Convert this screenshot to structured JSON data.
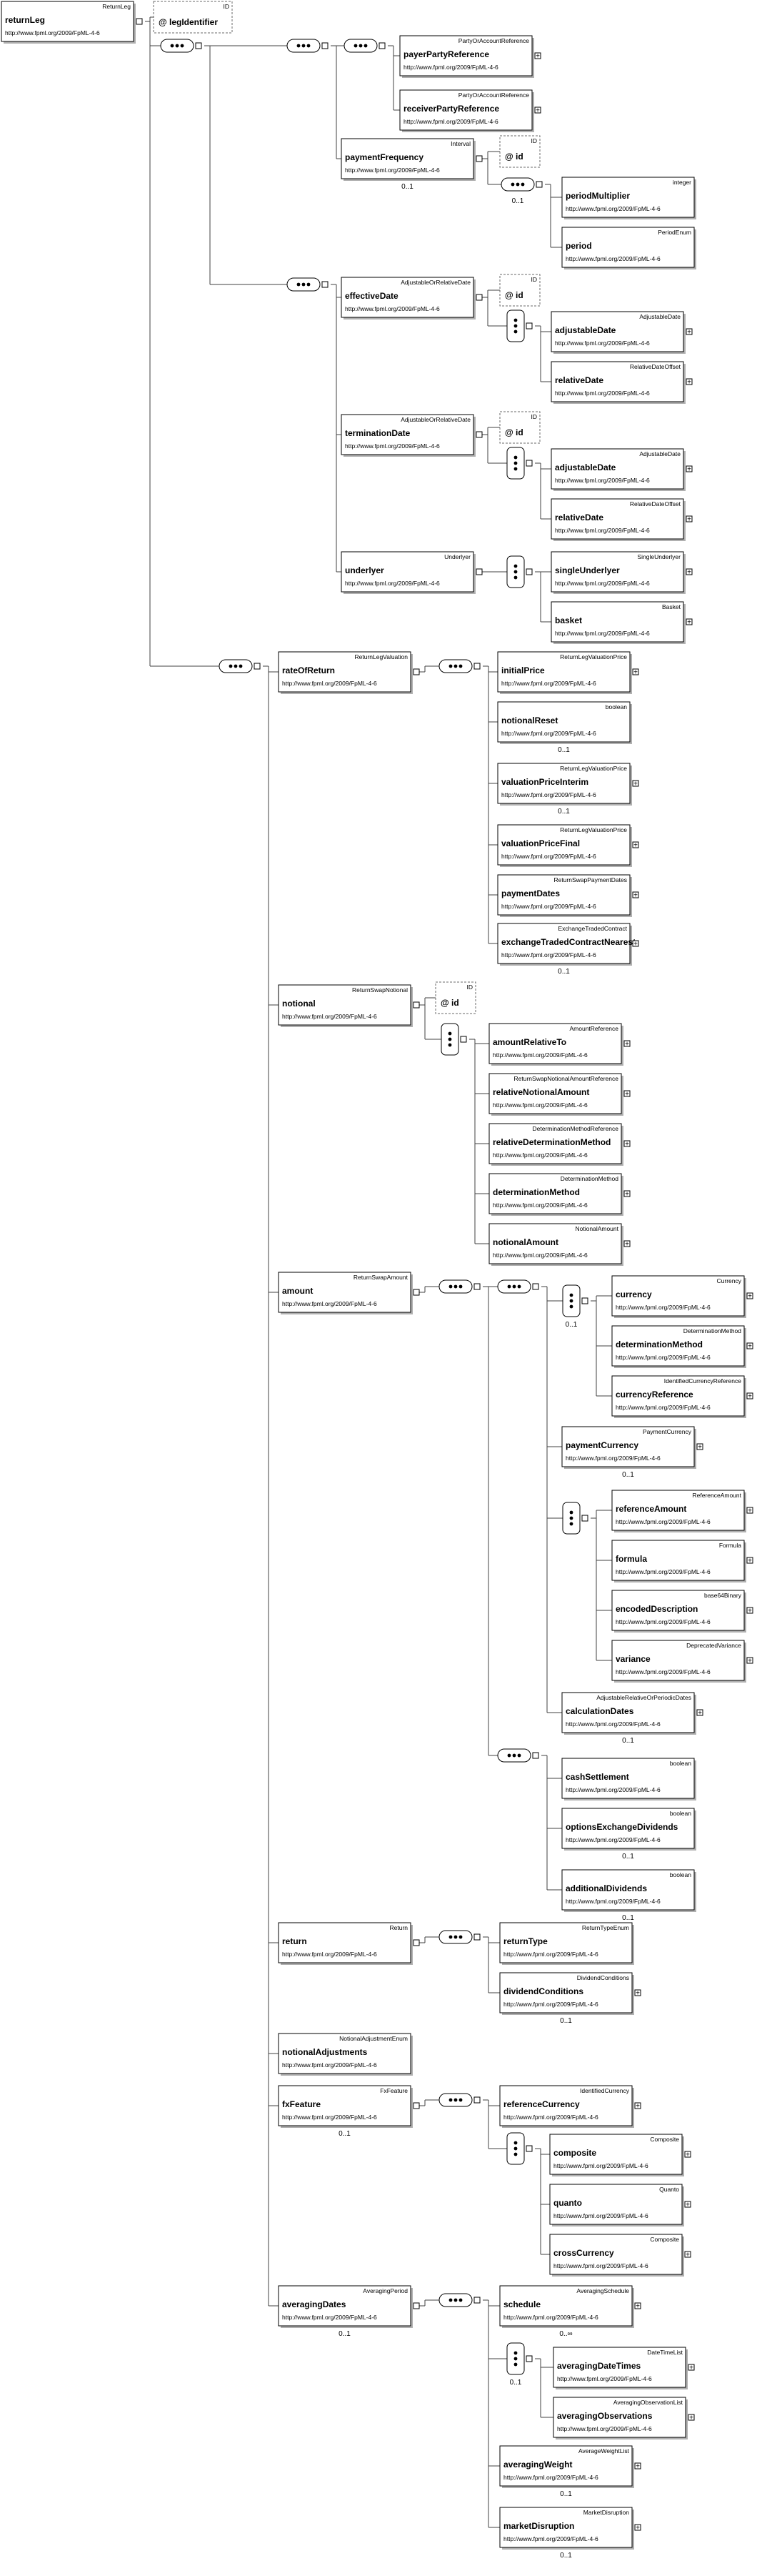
{
  "ns": "http://www.fpml.org/2009/FpML-4-6",
  "symbols": {
    "attribute": "@",
    "plus": "+",
    "minus": "−"
  },
  "root": {
    "title": "ReturnLeg",
    "name": "returnLeg"
  },
  "legIdentifier": {
    "title": "ID",
    "name": "legIdentifier"
  },
  "elements": [
    {
      "key": "payerPartyReference",
      "title": "PartyOrAccountReference",
      "name": "payerPartyReference"
    },
    {
      "key": "receiverPartyReference",
      "title": "PartyOrAccountReference",
      "name": "receiverPartyReference"
    },
    {
      "key": "paymentFrequency",
      "title": "Interval",
      "name": "paymentFrequency",
      "card": "0..1"
    },
    {
      "key": "periodMultiplier",
      "title": "integer",
      "name": "periodMultiplier"
    },
    {
      "key": "period",
      "title": "PeriodEnum",
      "name": "period"
    },
    {
      "key": "effectiveDate",
      "title": "AdjustableOrRelativeDate",
      "name": "effectiveDate"
    },
    {
      "key": "adjustableDate1",
      "title": "AdjustableDate",
      "name": "adjustableDate"
    },
    {
      "key": "relativeDate1",
      "title": "RelativeDateOffset",
      "name": "relativeDate"
    },
    {
      "key": "terminationDate",
      "title": "AdjustableOrRelativeDate",
      "name": "terminationDate"
    },
    {
      "key": "adjustableDate2",
      "title": "AdjustableDate",
      "name": "adjustableDate"
    },
    {
      "key": "relativeDate2",
      "title": "RelativeDateOffset",
      "name": "relativeDate"
    },
    {
      "key": "underlyer",
      "title": "Underlyer",
      "name": "underlyer"
    },
    {
      "key": "singleUnderlyer",
      "title": "SingleUnderlyer",
      "name": "singleUnderlyer"
    },
    {
      "key": "basket",
      "title": "Basket",
      "name": "basket"
    },
    {
      "key": "rateOfReturn",
      "title": "ReturnLegValuation",
      "name": "rateOfReturn"
    },
    {
      "key": "initialPrice",
      "title": "ReturnLegValuationPrice",
      "name": "initialPrice"
    },
    {
      "key": "notionalReset",
      "title": "boolean",
      "name": "notionalReset",
      "card": "0..1"
    },
    {
      "key": "valuationPriceInterim",
      "title": "ReturnLegValuationPrice",
      "name": "valuationPriceInterim",
      "card": "0..1"
    },
    {
      "key": "valuationPriceFinal",
      "title": "ReturnLegValuationPrice",
      "name": "valuationPriceFinal"
    },
    {
      "key": "paymentDates",
      "title": "ReturnSwapPaymentDates",
      "name": "paymentDates"
    },
    {
      "key": "exchangeTradedContractNearest",
      "title": "ExchangeTradedContract",
      "name": "exchangeTradedContractNearest",
      "card": "0..1"
    },
    {
      "key": "notional",
      "title": "ReturnSwapNotional",
      "name": "notional"
    },
    {
      "key": "amountRelativeTo",
      "title": "AmountReference",
      "name": "amountRelativeTo"
    },
    {
      "key": "relativeNotionalAmount",
      "title": "ReturnSwapNotionalAmountReference",
      "name": "relativeNotionalAmount"
    },
    {
      "key": "relativeDeterminationMethod",
      "title": "DeterminationMethodReference",
      "name": "relativeDeterminationMethod"
    },
    {
      "key": "determinationMethod",
      "title": "DeterminationMethod",
      "name": "determinationMethod"
    },
    {
      "key": "notionalAmount",
      "title": "NotionalAmount",
      "name": "notionalAmount"
    },
    {
      "key": "amount",
      "title": "ReturnSwapAmount",
      "name": "amount"
    },
    {
      "key": "currency",
      "title": "Currency",
      "name": "currency"
    },
    {
      "key": "determinationMethod2",
      "title": "DeterminationMethod",
      "name": "determinationMethod"
    },
    {
      "key": "currencyReference",
      "title": "IdentifiedCurrencyReference",
      "name": "currencyReference"
    },
    {
      "key": "paymentCurrency",
      "title": "PaymentCurrency",
      "name": "paymentCurrency",
      "card": "0..1"
    },
    {
      "key": "referenceAmount",
      "title": "ReferenceAmount",
      "name": "referenceAmount"
    },
    {
      "key": "formula",
      "title": "Formula",
      "name": "formula"
    },
    {
      "key": "encodedDescription",
      "title": "base64Binary",
      "name": "encodedDescription"
    },
    {
      "key": "variance",
      "title": "DeprecatedVariance",
      "name": "variance"
    },
    {
      "key": "calculationDates",
      "title": "AdjustableRelativeOrPeriodicDates",
      "name": "calculationDates",
      "card": "0..1"
    },
    {
      "key": "cashSettlement",
      "title": "boolean",
      "name": "cashSettlement"
    },
    {
      "key": "optionsExchangeDividends",
      "title": "boolean",
      "name": "optionsExchangeDividends",
      "card": "0..1"
    },
    {
      "key": "additionalDividends",
      "title": "boolean",
      "name": "additionalDividends",
      "card": "0..1"
    },
    {
      "key": "return",
      "title": "Return",
      "name": "return"
    },
    {
      "key": "returnType",
      "title": "ReturnTypeEnum",
      "name": "returnType"
    },
    {
      "key": "dividendConditions",
      "title": "DividendConditions",
      "name": "dividendConditions",
      "card": "0..1"
    },
    {
      "key": "notionalAdjustments",
      "title": "NotionalAdjustmentEnum",
      "name": "notionalAdjustments"
    },
    {
      "key": "fxFeature",
      "title": "FxFeature",
      "name": "fxFeature",
      "card": "0..1"
    },
    {
      "key": "referenceCurrency",
      "title": "IdentifiedCurrency",
      "name": "referenceCurrency"
    },
    {
      "key": "composite",
      "title": "Composite",
      "name": "composite"
    },
    {
      "key": "quanto",
      "title": "Quanto",
      "name": "quanto"
    },
    {
      "key": "crossCurrency",
      "title": "Composite",
      "name": "crossCurrency"
    },
    {
      "key": "averagingDates",
      "title": "AveragingPeriod",
      "name": "averagingDates",
      "card": "0..1"
    },
    {
      "key": "schedule",
      "title": "AveragingSchedule",
      "name": "schedule",
      "card": "0..∞"
    },
    {
      "key": "averagingDateTimes",
      "title": "DateTimeList",
      "name": "averagingDateTimes"
    },
    {
      "key": "averagingObservations",
      "title": "AveragingObservationList",
      "name": "averagingObservations"
    },
    {
      "key": "averagingWeight",
      "title": "AverageWeightList",
      "name": "averagingWeight",
      "card": "0..1"
    },
    {
      "key": "marketDisruption",
      "title": "MarketDisruption",
      "name": "marketDisruption",
      "card": "0..1"
    }
  ],
  "attributes": [
    {
      "key": "id_paymentFrequency",
      "title": "ID",
      "name": "id"
    },
    {
      "key": "id_effectiveDate",
      "title": "ID",
      "name": "id"
    },
    {
      "key": "id_terminationDate",
      "title": "ID",
      "name": "id"
    },
    {
      "key": "id_notional",
      "title": "ID",
      "name": "id"
    }
  ],
  "choiceCards": [
    {
      "key": "choice_paymentFrequency",
      "card": "0..1"
    },
    {
      "key": "choice_currency",
      "card": "0..1"
    },
    {
      "key": "choice_averagingDateTimes",
      "card": "0..1"
    }
  ]
}
